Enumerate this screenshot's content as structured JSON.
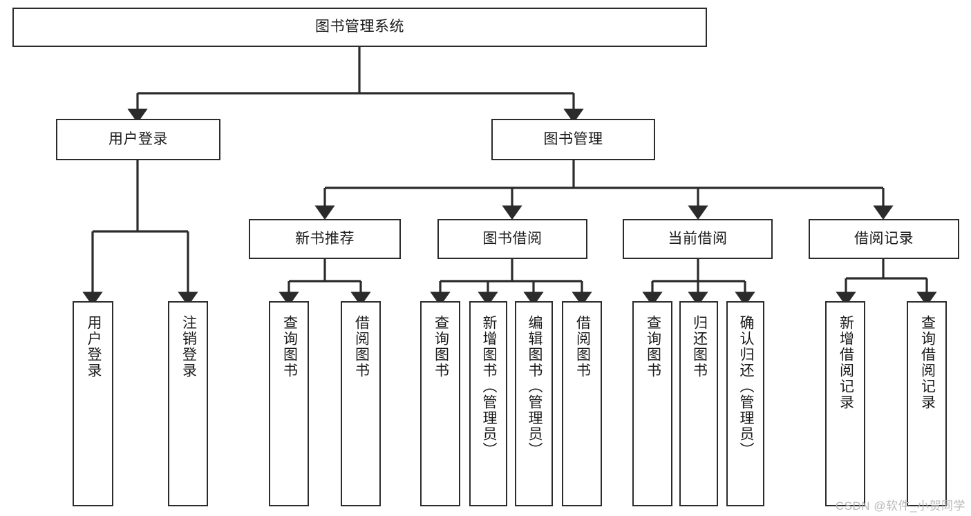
{
  "diagram": {
    "type": "tree-hierarchy",
    "title": "图书管理系统",
    "watermark": "CSDN @软件_小贺同学",
    "colors": {
      "background": "#ffffff",
      "stroke": "#2b2b2b",
      "text": "#1a1a1a",
      "watermark": "#b9b9b9"
    },
    "root": {
      "label": "图书管理系统"
    },
    "level2": [
      {
        "label": "用户登录"
      },
      {
        "label": "图书管理"
      }
    ],
    "level3": [
      {
        "label": "新书推荐"
      },
      {
        "label": "图书借阅"
      },
      {
        "label": "当前借阅"
      },
      {
        "label": "借阅记录"
      }
    ],
    "leaves": {
      "user_login": [
        {
          "label": "用户登录"
        },
        {
          "label": "注销登录"
        }
      ],
      "new_book_recommend": [
        {
          "label": "查询图书"
        },
        {
          "label": "借阅图书"
        }
      ],
      "book_borrow": [
        {
          "label": "查询图书"
        },
        {
          "label": "新增图书（管理员）"
        },
        {
          "label": "编辑图书（管理员）"
        },
        {
          "label": "借阅图书"
        }
      ],
      "current_borrow": [
        {
          "label": "查询图书"
        },
        {
          "label": "归还图书"
        },
        {
          "label": "确认归还（管理员）"
        }
      ],
      "borrow_record": [
        {
          "label": "新增借阅记录"
        },
        {
          "label": "查询借阅记录"
        }
      ]
    }
  }
}
